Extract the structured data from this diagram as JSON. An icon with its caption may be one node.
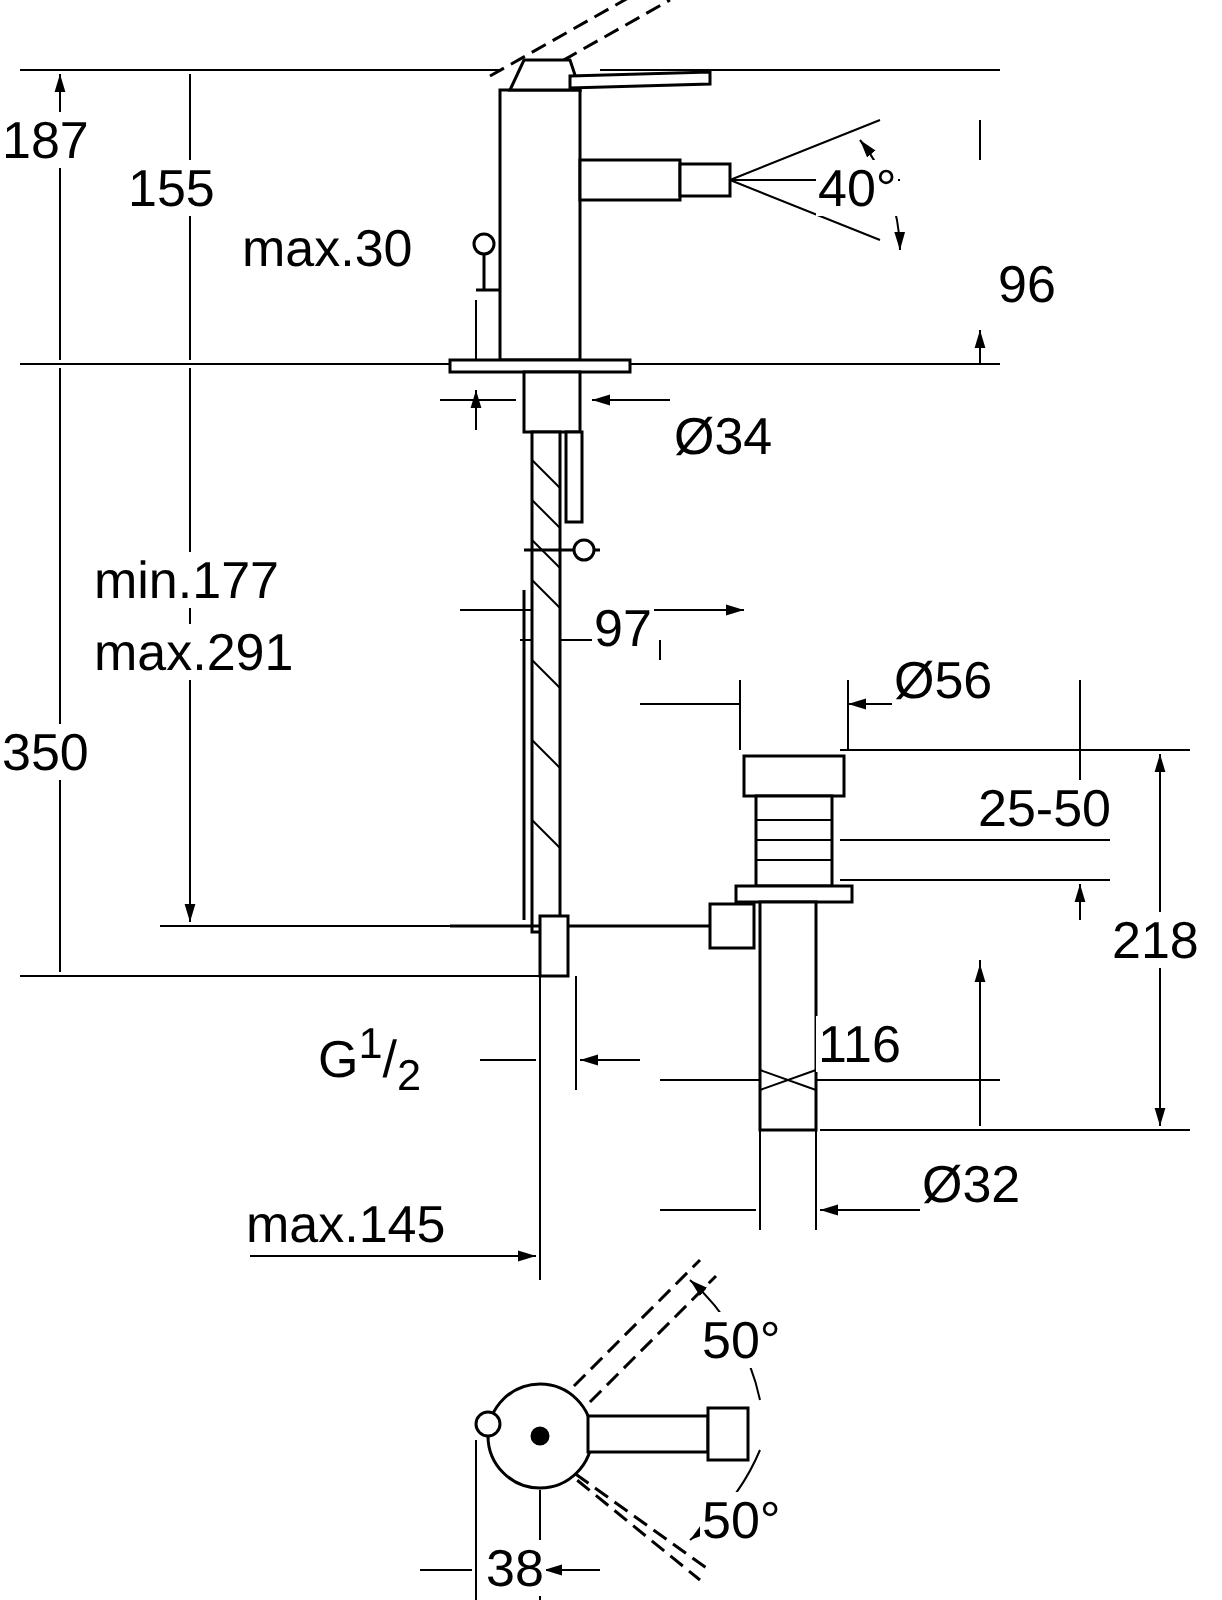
{
  "diagram": {
    "labels": [
      "187",
      "155",
      "40°",
      "max.30",
      "96",
      "Ø34",
      "min.177",
      "max.291",
      "97",
      "Ø56",
      "350",
      "25-50",
      "218",
      "G$^{1}$/$_{2}$",
      "116",
      "Ø32",
      "max.145",
      "50°",
      "50°",
      "38"
    ]
  }
}
